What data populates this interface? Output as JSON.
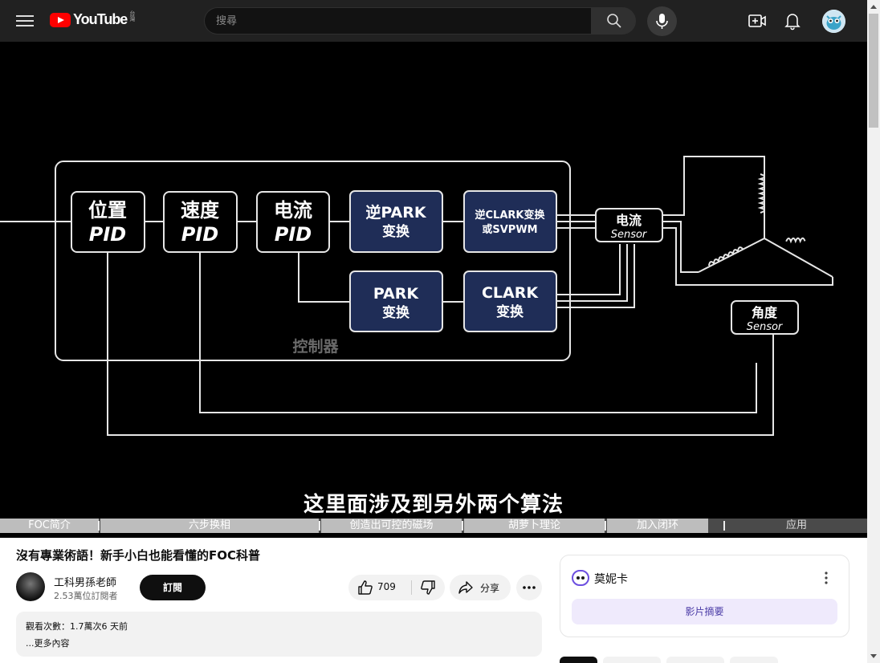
{
  "header": {
    "logo_text": "YouTube",
    "region_label": "台灣",
    "search": {
      "placeholder": "搜尋",
      "value": ""
    }
  },
  "icons": {
    "menu": "hamburger-icon",
    "search": "search-icon",
    "mic": "microphone-icon",
    "create": "create-video-icon",
    "notifications": "bell-icon",
    "avatar": "user-avatar"
  },
  "video": {
    "diagram": {
      "blocks": [
        {
          "id": "pos",
          "line1": "位置",
          "line2": "PID",
          "style": "light"
        },
        {
          "id": "speed",
          "line1": "速度",
          "line2": "PID",
          "style": "light"
        },
        {
          "id": "current",
          "line1": "电流",
          "line2": "PID",
          "style": "light"
        },
        {
          "id": "ipark",
          "line1": "逆PARK",
          "line2": "变换",
          "style": "dark"
        },
        {
          "id": "iclark",
          "line1": "逆CLARK变换",
          "line2": "或SVPWM",
          "style": "dark"
        },
        {
          "id": "park",
          "line1": "PARK",
          "line2": "变换",
          "style": "dark"
        },
        {
          "id": "clark",
          "line1": "CLARK",
          "line2": "变换",
          "style": "dark"
        },
        {
          "id": "isensor",
          "line1": "电流",
          "line2": "Sensor",
          "style": "sensor"
        },
        {
          "id": "asensor",
          "line1": "角度",
          "line2": "Sensor",
          "style": "sensor"
        }
      ],
      "controller_label": "控制器"
    },
    "subtitle": "这里面涉及到另外两个算法",
    "chapters": [
      "FOC简介",
      "六步换相",
      "创造出可控的磁场",
      "胡萝卜理论",
      "加入闭环",
      "应用"
    ]
  },
  "info": {
    "title": "沒有專業術語！新手小白也能看懂的FOC科普",
    "channel_name": "工科男孫老師",
    "subscribers": "2.53萬位訂閱者",
    "subscribe_label": "訂閱",
    "likes": "709",
    "share_label": "分享",
    "description_stats": "觀看次數：1.7萬次6 天前",
    "description_more": "...更多內容"
  },
  "panel": {
    "name": "莫妮卡",
    "summary_label": "影片摘要"
  },
  "colors": {
    "topbar": "#212121",
    "brand_red": "#ff0000",
    "diagram_dark_block": "#1f2d57",
    "summary_bg": "#efeafc"
  }
}
